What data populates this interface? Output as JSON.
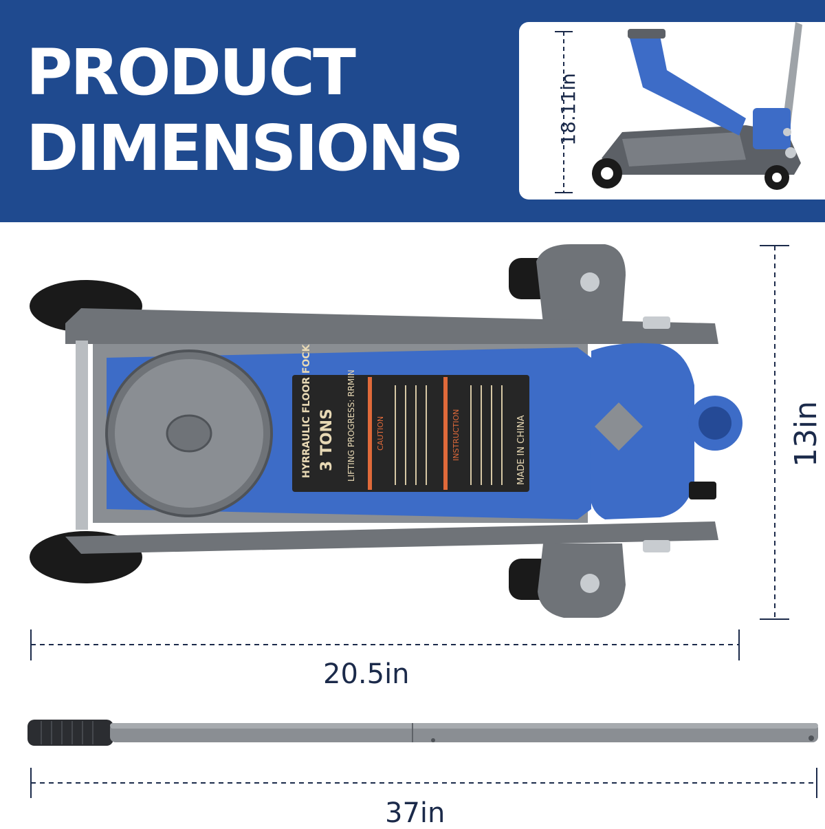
{
  "header": {
    "title_line1": "PRODUCT",
    "title_line2": "DIMENSIONS",
    "background": "#1f4a8f"
  },
  "dimensions": {
    "height": "18.11in",
    "width": "13in",
    "length": "20.5in",
    "handle_length": "37in"
  },
  "label": {
    "lines": [
      "HYRRAULIC FLOOR FOCK",
      "3  TONS",
      "LIFTING PROGRESS: RRMIN",
      "MADE IN CHINA"
    ],
    "sections": [
      "CAUTION",
      "INSTRUCTION"
    ]
  },
  "colors": {
    "brand_blue": "#1f4a8f",
    "jack_blue": "#3d6cc7",
    "frame_gray": "#6f7378",
    "wheel_black": "#1a1a1a",
    "dimension_line": "#1b2a4a",
    "label_accent": "#e06a3a"
  },
  "icons": [
    "floor-jack-product-image",
    "floor-jack-side-view",
    "jack-handle-image"
  ]
}
